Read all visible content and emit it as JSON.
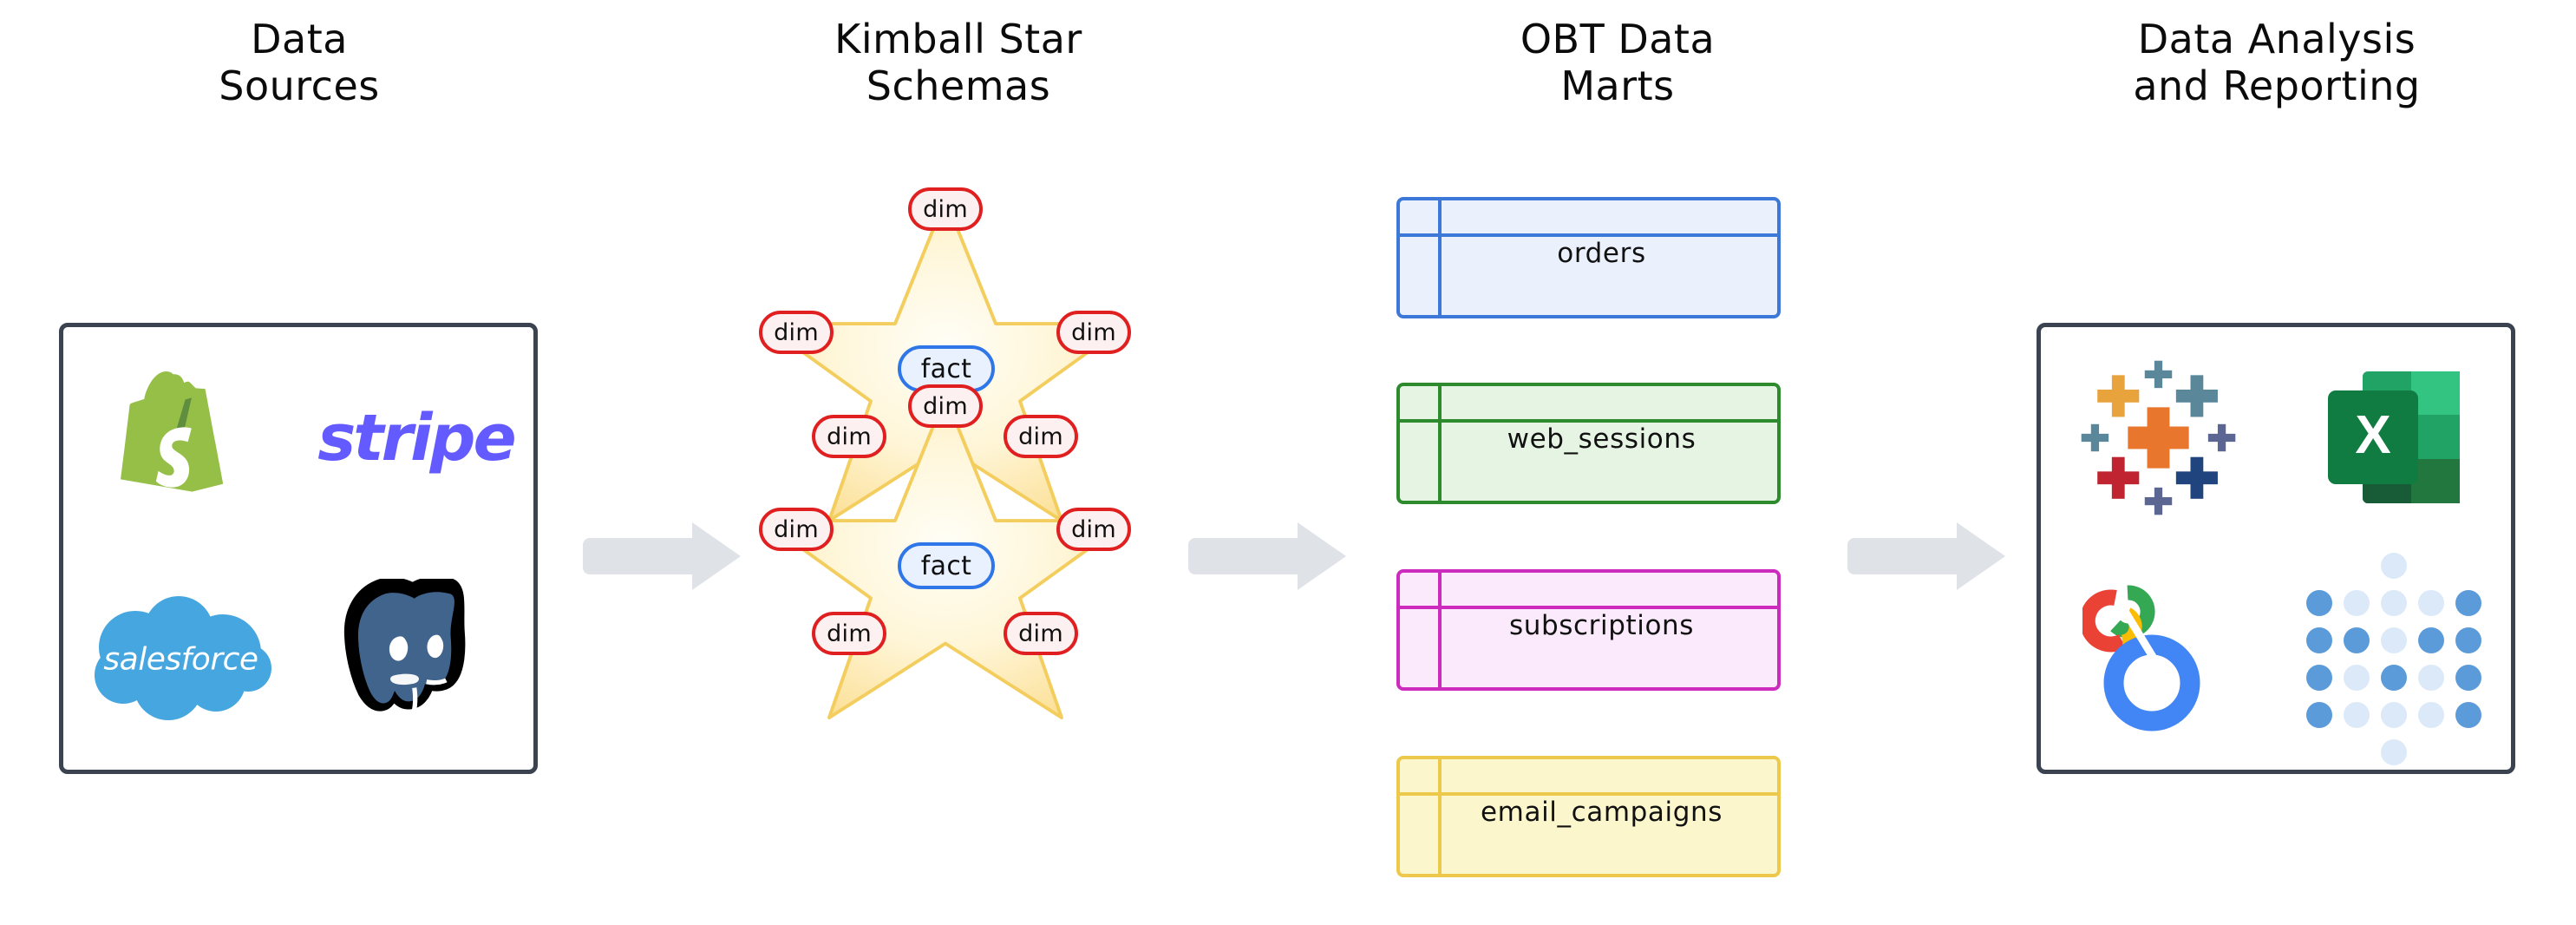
{
  "diagram": {
    "title_columns": [
      {
        "id": "data-sources",
        "label": "Data\nSources"
      },
      {
        "id": "kimball-star-schemas",
        "label": "Kimball Star\nSchemas"
      },
      {
        "id": "obt-data-marts",
        "label": "OBT Data\nMarts"
      },
      {
        "id": "data-analysis-and-reporting",
        "label": "Data Analysis\nand Reporting"
      }
    ],
    "flow_arrows": [
      {
        "id": "arrow-sources-to-schemas",
        "direction": "right"
      },
      {
        "id": "arrow-schemas-to-marts",
        "direction": "right"
      },
      {
        "id": "arrow-marts-to-analysis",
        "direction": "right"
      }
    ],
    "data_sources": {
      "panel_border_color": "#3b4250",
      "logos": [
        {
          "id": "shopify",
          "name": "Shopify",
          "color": "#95bf47"
        },
        {
          "id": "stripe",
          "name": "Stripe",
          "wordmark": "stripe",
          "color": "#635bff"
        },
        {
          "id": "salesforce",
          "name": "Salesforce",
          "wordmark": "salesforce",
          "color": "#46a6e0"
        },
        {
          "id": "postgresql",
          "name": "PostgreSQL",
          "color": "#41648d"
        }
      ]
    },
    "star_schemas": [
      {
        "id": "star-schema-1",
        "fact_label": "fact",
        "dim_labels": [
          "dim",
          "dim",
          "dim",
          "dim",
          "dim"
        ],
        "star_fill_center": "#fffdf2",
        "star_fill_edge": "#fbdf8e",
        "star_stroke": "#f2c94c",
        "dim_border": "#e02020",
        "dim_fill": "#fdf0f0",
        "fact_border": "#2f76e8",
        "fact_fill": "#e9f1fe"
      },
      {
        "id": "star-schema-2",
        "fact_label": "fact",
        "dim_labels": [
          "dim",
          "dim",
          "dim",
          "dim",
          "dim"
        ],
        "star_fill_center": "#fffdf2",
        "star_fill_edge": "#fbdf8e",
        "star_stroke": "#f2c94c",
        "dim_border": "#e02020",
        "dim_fill": "#fdf0f0",
        "fact_border": "#2f76e8",
        "fact_fill": "#e9f1fe"
      }
    ],
    "obt_tables": [
      {
        "id": "obt-orders",
        "label": "orders",
        "border": "#3c78d8",
        "fill": "#eaf1fd"
      },
      {
        "id": "obt-web-sessions",
        "label": "web_sessions",
        "border": "#2d8a2d",
        "fill": "#e6f5e3"
      },
      {
        "id": "obt-subscriptions",
        "label": "subscriptions",
        "border": "#cc2bbd",
        "fill": "#fbeafb"
      },
      {
        "id": "obt-email-campaigns",
        "label": "email_campaigns",
        "border": "#ecc94b",
        "fill": "#fcf6cd"
      }
    ],
    "analysis_tools": {
      "panel_border_color": "#3b4250",
      "logos": [
        {
          "id": "tableau",
          "name": "Tableau"
        },
        {
          "id": "excel",
          "name": "Microsoft Excel",
          "letter": "X",
          "color": "#21773d"
        },
        {
          "id": "looker",
          "name": "Looker"
        },
        {
          "id": "hex",
          "name": "Hex",
          "color": "#5b9bd9"
        }
      ]
    }
  }
}
